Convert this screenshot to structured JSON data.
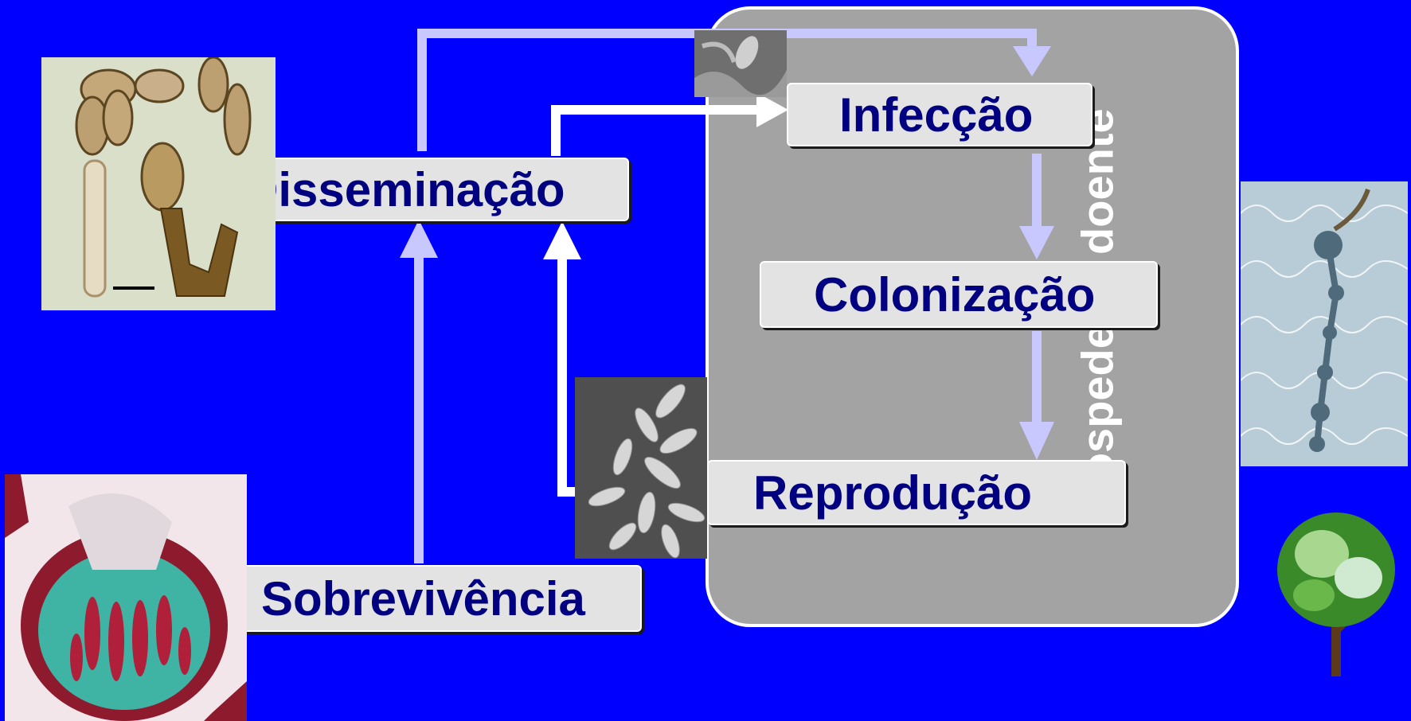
{
  "stages": {
    "disseminacao": "Disseminação",
    "infeccao": "Infecção",
    "colonizacao": "Colonização",
    "reproducao": "Reprodução",
    "sobrevivencia": "Sobrevivência"
  },
  "host_label": "Hospedeiro doente",
  "colors": {
    "background": "#0000ff",
    "panel": "#a3a3a3",
    "box_fill": "#e3e3e3",
    "box_text": "#000080",
    "arrow_light": "#c8c8ff",
    "arrow_white": "#ffffff"
  },
  "images": [
    "spores-micrograph",
    "fruiting-body-section",
    "germinating-spore-micrograph",
    "conidia-sem-micrograph",
    "leaf-tissue-micrograph",
    "tree-icon"
  ]
}
